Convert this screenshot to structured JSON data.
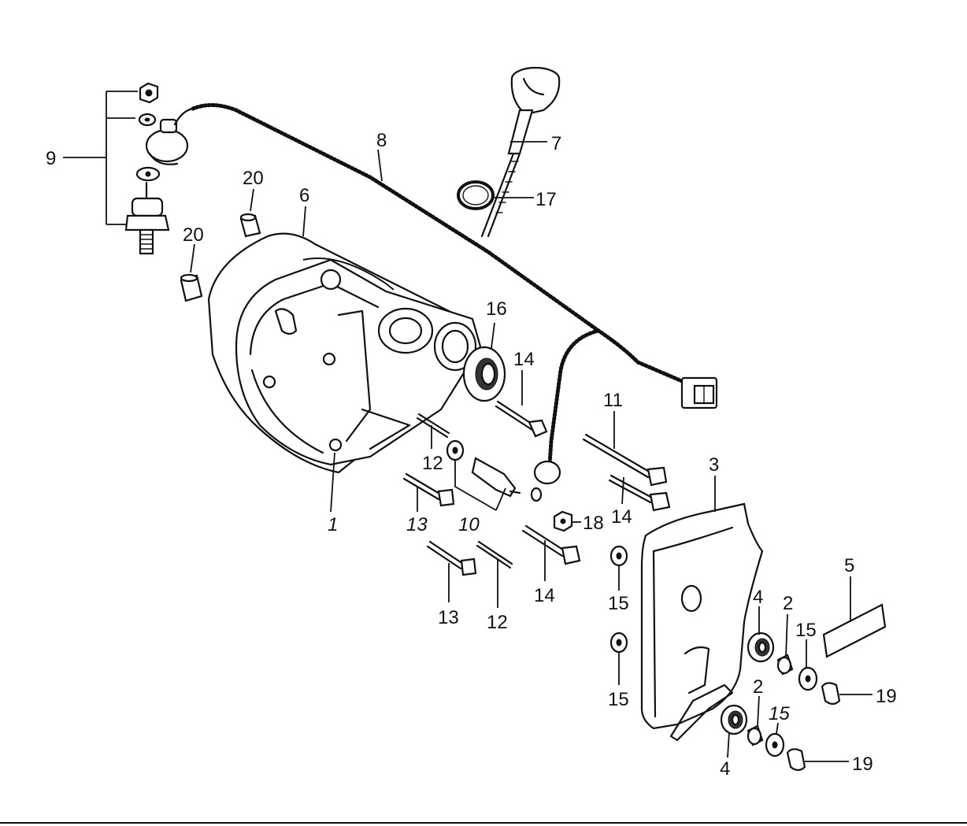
{
  "diagram": {
    "callouts": {
      "c1": "1",
      "c2a": "2",
      "c2b": "2",
      "c3": "3",
      "c4a": "4",
      "c4b": "4",
      "c5": "5",
      "c6": "6",
      "c7": "7",
      "c8": "8",
      "c9": "9",
      "c10": "10",
      "c11": "11",
      "c12a": "12",
      "c12b": "12",
      "c13a": "13",
      "c13b": "13",
      "c14a": "14",
      "c14b": "14",
      "c14c": "14",
      "c15a": "15",
      "c15b": "15",
      "c15c": "15",
      "c15d": "15",
      "c16": "16",
      "c17": "17",
      "c18": "18",
      "c19a": "19",
      "c19b": "19",
      "c20a": "20",
      "c20b": "20"
    }
  }
}
